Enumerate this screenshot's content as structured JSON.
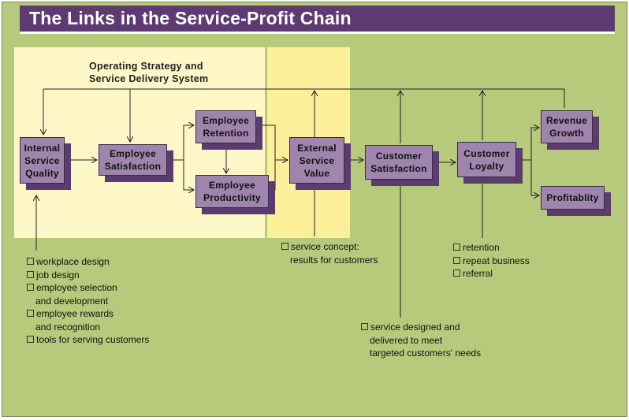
{
  "title": "The Links in the Service-Profit Chain",
  "strategy_label": [
    "Operating Strategy and",
    "Service Delivery System"
  ],
  "nodes": {
    "internal_service_quality": [
      "Internal",
      "Service",
      "Quality"
    ],
    "employee_satisfaction": [
      "Employee",
      "Satisfaction"
    ],
    "employee_retention": [
      "Employee",
      "Retention"
    ],
    "employee_productivity": [
      "Employee",
      "Productivity"
    ],
    "external_service_value": [
      "External",
      "Service",
      "Value"
    ],
    "customer_satisfaction": [
      "Customer",
      "Satisfaction"
    ],
    "customer_loyalty": [
      "Customer",
      "Loyalty"
    ],
    "revenue_growth": [
      "Revenue",
      "Growth"
    ],
    "profitability": [
      "Profitablity"
    ]
  },
  "lists": {
    "internal": [
      [
        "workplace design"
      ],
      [
        "job design"
      ],
      [
        "employee selection",
        "and development"
      ],
      [
        "employee rewards",
        "and recognition"
      ],
      [
        "tools for serving customers"
      ]
    ],
    "service_value": [
      [
        "service concept:",
        "results for customers"
      ]
    ],
    "loyalty": [
      [
        "retention"
      ],
      [
        "repeat business"
      ],
      [
        "referral"
      ]
    ],
    "satisfaction": [
      [
        "service designed and",
        "delivered to meet",
        "targeted customers' needs"
      ]
    ]
  },
  "colors": {
    "background": "#b7c97b",
    "title_bar": "#5e3a72",
    "node_fill": "#9f84ad",
    "node_shadow": "#5a3c6e",
    "operations_zone": "#fdf7c8",
    "service_value_zone": "#fcef9a"
  }
}
